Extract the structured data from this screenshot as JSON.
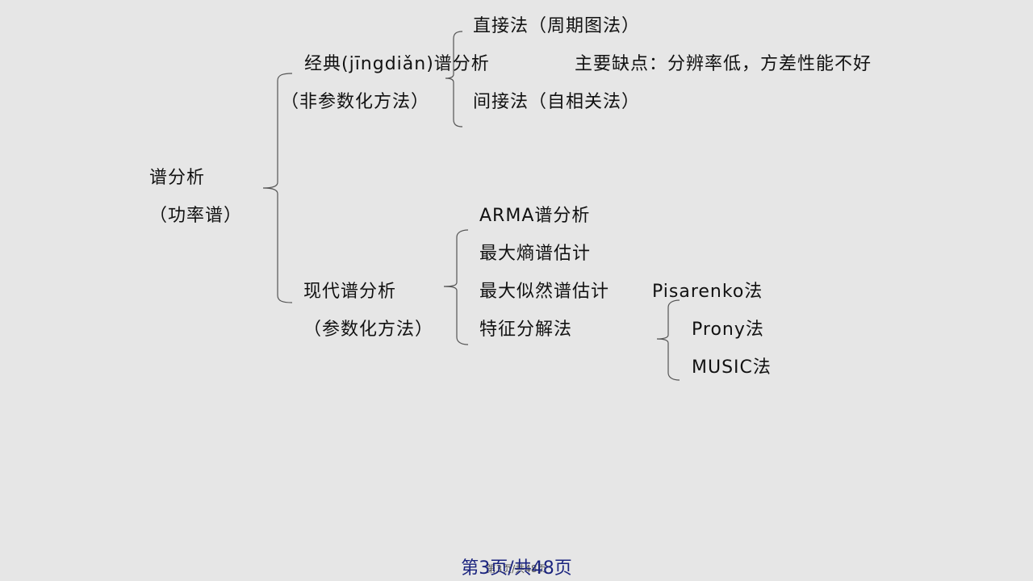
{
  "root": {
    "line1": "谱分析",
    "line2": "（功率谱）"
  },
  "classical": {
    "line1": "经典(jīngdiǎn)谱分析",
    "line2": "（非参数化方法）",
    "direct": "直接法（周期图法）",
    "indirect": "间接法（自相关法）",
    "drawback": "主要缺点：分辨率低，方差性能不好"
  },
  "modern": {
    "line1": "现代谱分析",
    "line2": "（参数化方法）",
    "arma": "ARMA谱分析",
    "max_entropy": "最大熵谱估计",
    "max_likelihood": "最大似然谱估计",
    "eigen": "特征分解法",
    "pisarenko": "Pisarenko法",
    "prony": "Prony法",
    "music": "MUSIC法"
  },
  "footer": {
    "page": "第3页/共48页",
    "under": "第3页/共48页"
  }
}
